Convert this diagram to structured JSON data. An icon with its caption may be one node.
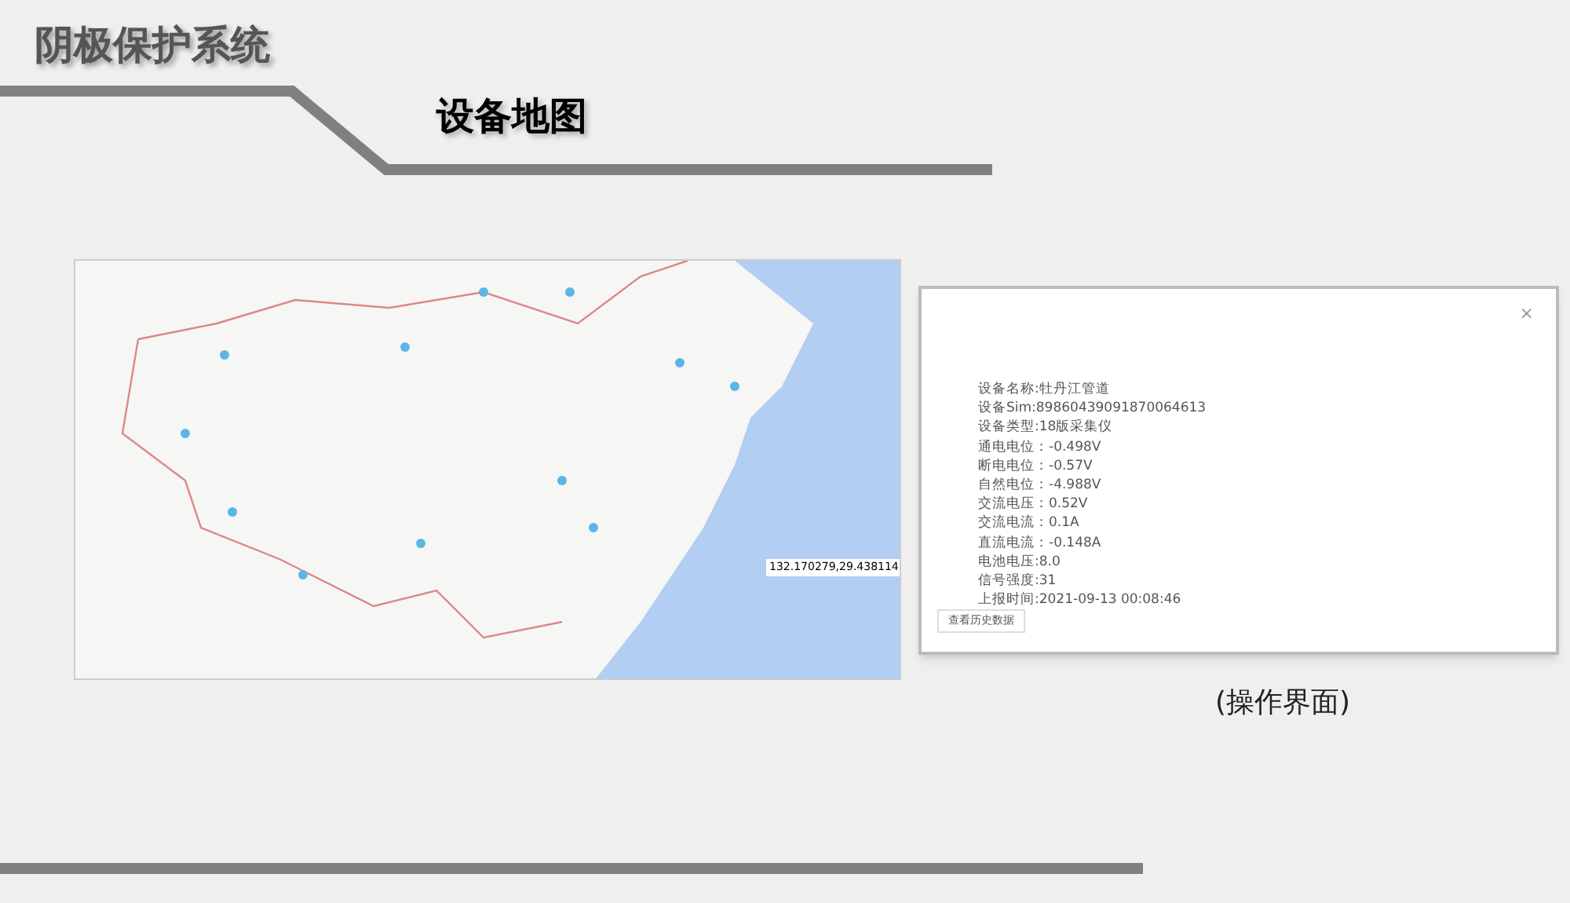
{
  "diagram": {
    "title": "阴极保护系统",
    "labels": [
      "设备地图",
      "132.170279,29.438114",
      "×",
      "设备名称:牡丹江管道",
      "设备Sim:89860439091870064613",
      "设备类型:18版采集仪",
      "通电电位：-0.498V",
      "断电电位：-0.57V",
      "自然电位：-4.988V",
      "交流电压：0.52V",
      "交流电流：0.1A",
      "直流电流：-0.148A",
      "电池电压:8.0",
      "信号强度:31",
      "上报时间:2021-09-13 00:08:46",
      "查看历史数据",
      "(操作界面)"
    ]
  }
}
